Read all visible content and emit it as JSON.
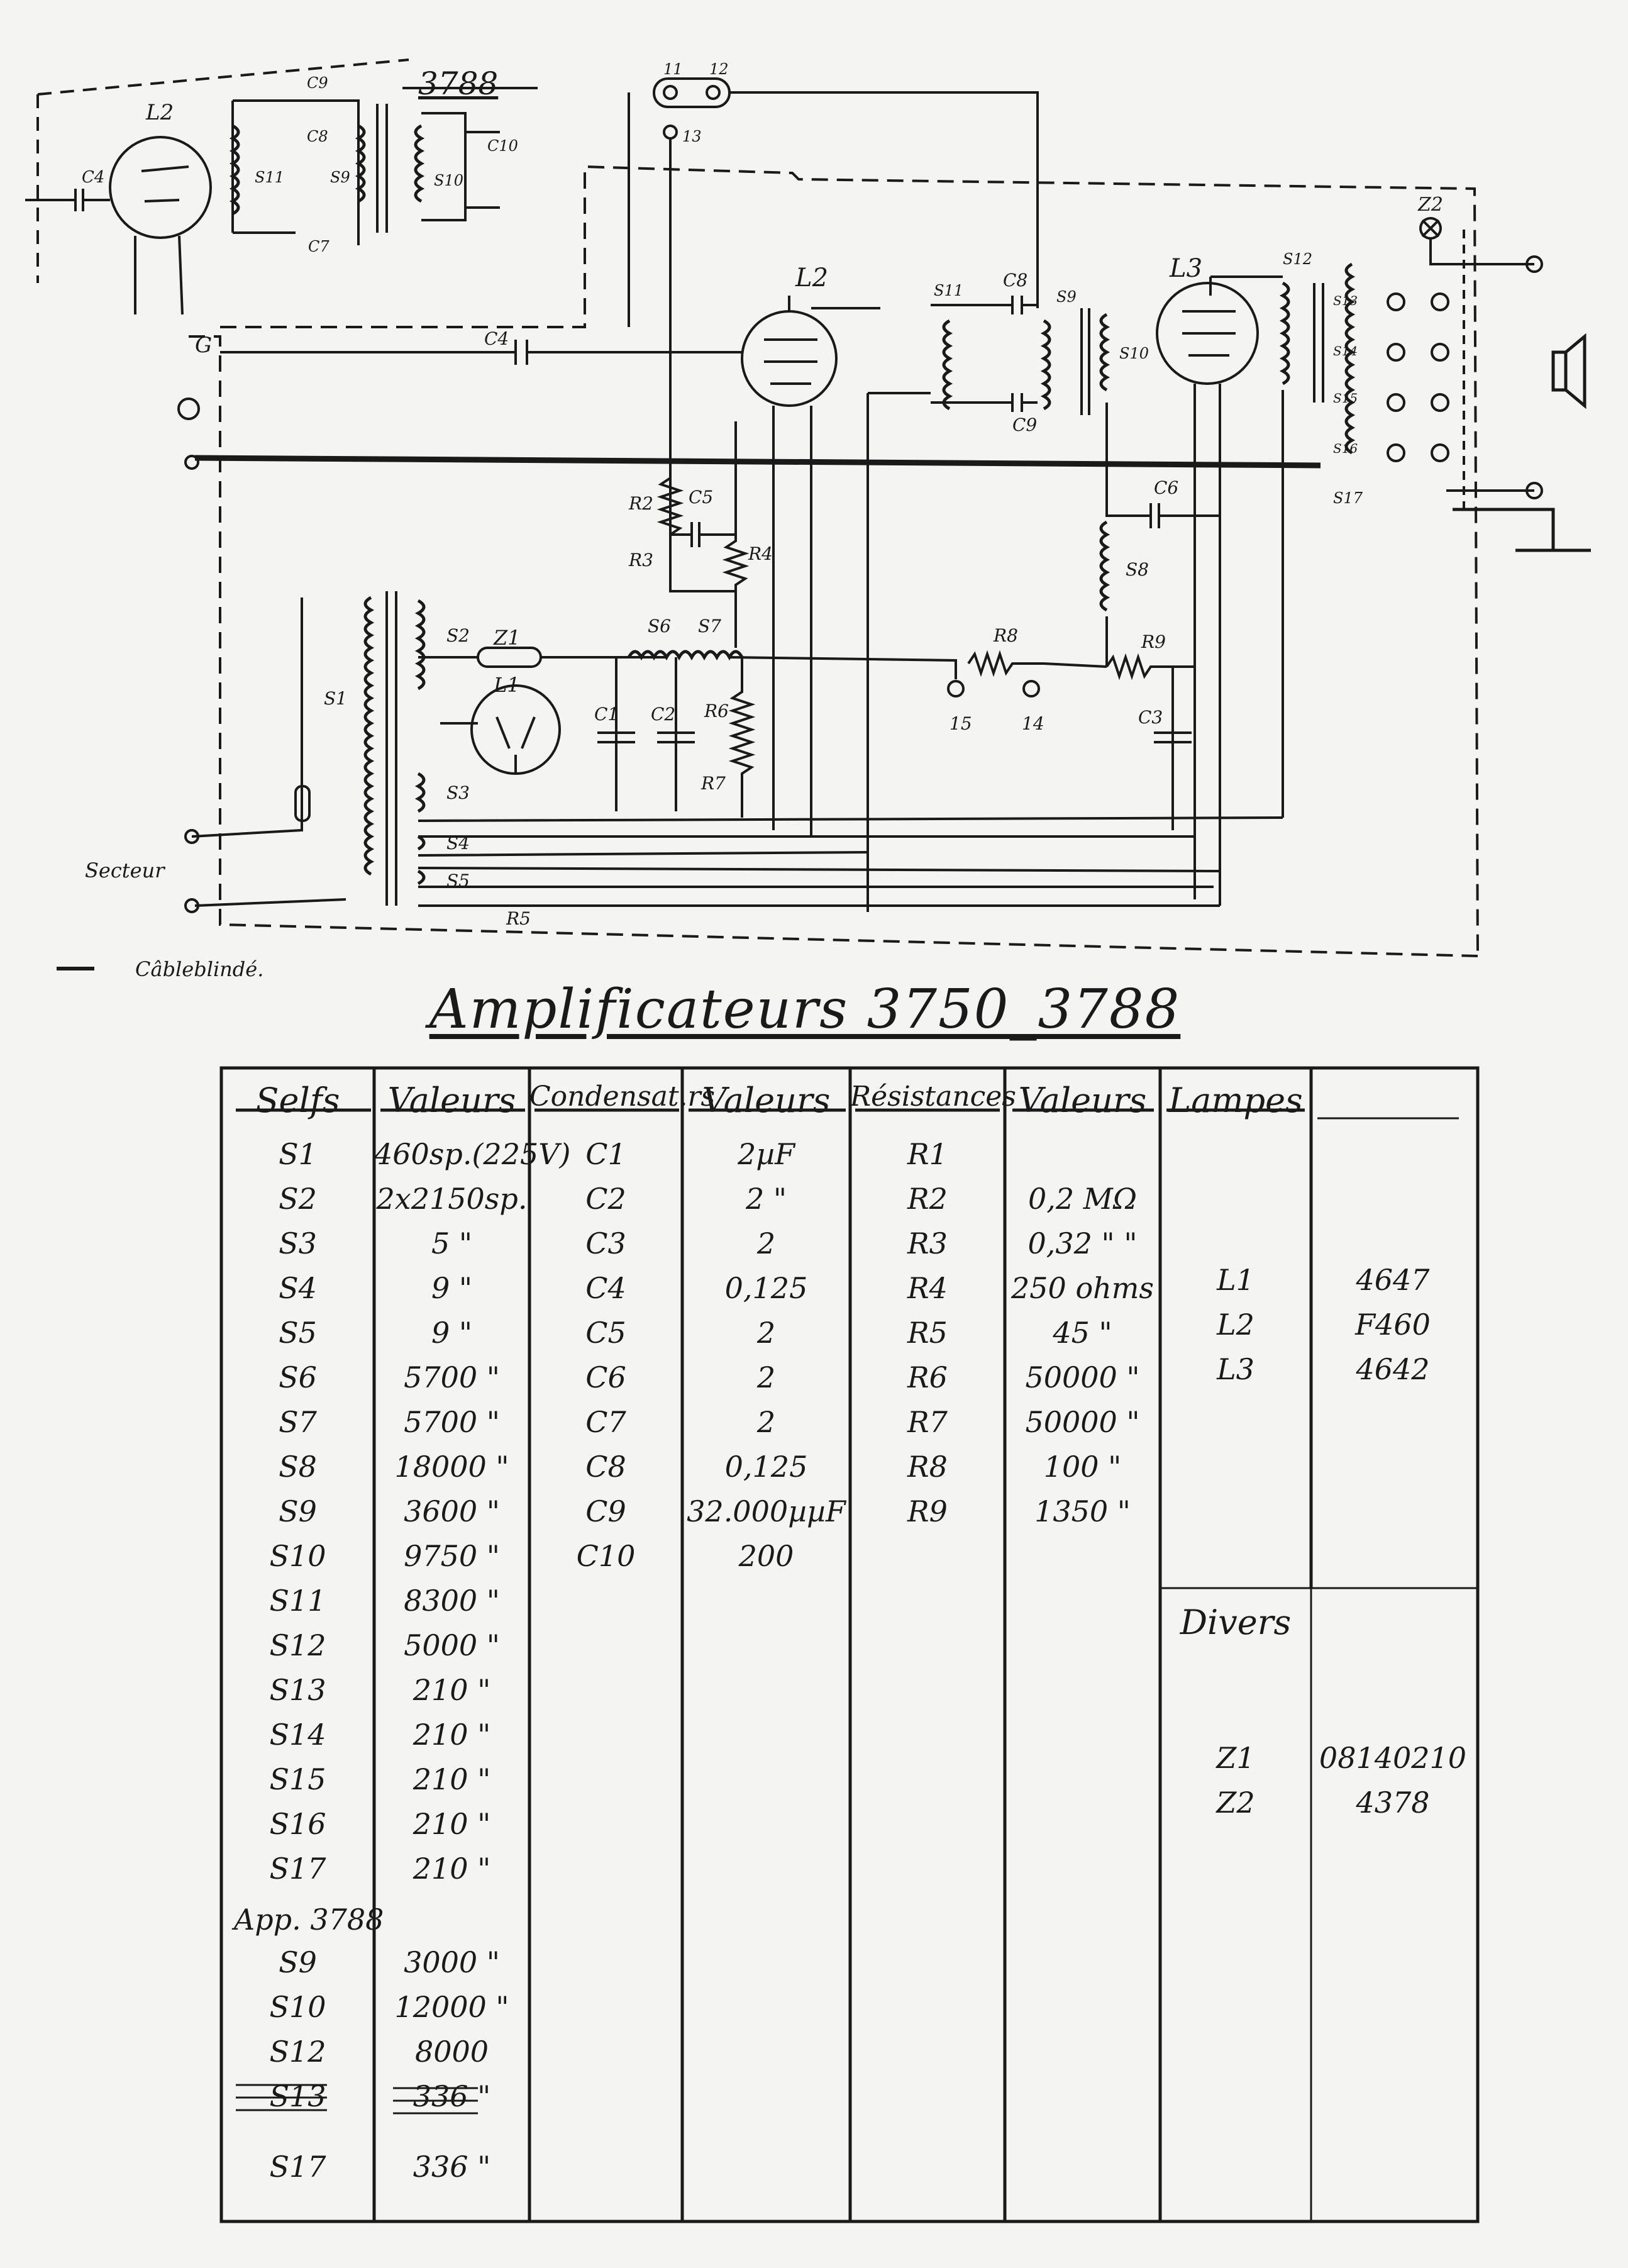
{
  "schematic": {
    "labels": {
      "insert_tube": "L2",
      "insert_c9": "C9",
      "insert_c8": "C8",
      "insert_c4": "C4",
      "insert_s11": "S11",
      "insert_s9": "S9",
      "insert_c7": "C7",
      "insert_model": "3788",
      "insert_s10": "S10",
      "insert_c10": "C10",
      "t11": "11",
      "t12": "12",
      "t13": "13",
      "g": "G",
      "c4": "C4",
      "l2": "L2",
      "s11": "S11",
      "c8": "C8",
      "s9": "S9",
      "c9": "C9",
      "s10": "S10",
      "l3": "L3",
      "s12": "S12",
      "z2": "Z2",
      "s13": "S13",
      "s14": "S14",
      "s15": "S15",
      "s16": "S16",
      "s17": "S17",
      "r2": "R2",
      "c5": "C5",
      "r3": "R3",
      "r4": "R4",
      "c6": "C6",
      "s8": "S8",
      "s2": "S2",
      "z1": "Z1",
      "l1": "L1",
      "s1": "S1",
      "s3": "S3",
      "s4": "S4",
      "s5": "S5",
      "s6": "S6",
      "s7": "S7",
      "c1": "C1",
      "c2": "C2",
      "r6": "R6",
      "r7": "R7",
      "r8": "R8",
      "r9": "R9",
      "t15": "15",
      "t14": "14",
      "c3": "C3",
      "r5": "R5",
      "secteur": "Secteur",
      "legend": "Câbleblindé."
    }
  },
  "title": "Amplificateurs 3750_3788",
  "table": {
    "selfs": {
      "header": "Selfs",
      "rows": [
        "S1",
        "S2",
        "S3",
        "S4",
        "S5",
        "S6",
        "S7",
        "S8",
        "S9",
        "S10",
        "S11",
        "S12",
        "S13",
        "S14",
        "S15",
        "S16",
        "S17"
      ],
      "app_label": "App. 3788",
      "app_rows": [
        "S9",
        "S10",
        "S12",
        "S13"
      ],
      "final_row": "S17"
    },
    "selfs_valeurs": {
      "header": "Valeurs",
      "rows": [
        "460sp.(225V)",
        "2x2150sp.",
        "5 \"",
        "9 \"",
        "9 \"",
        "5700 \"",
        "5700 \"",
        "18000 \"",
        "3600 \"",
        "9750 \"",
        "8300 \"",
        "5000 \"",
        "210 \"",
        "210 \"",
        "210 \"",
        "210 \"",
        "210 \""
      ],
      "app_rows": [
        "3000 \"",
        "12000 \"",
        "8000",
        "336 \""
      ],
      "final_row": "336 \""
    },
    "condensateurs": {
      "header": "Condensat.rs",
      "rows": [
        "C1",
        "C2",
        "C3",
        "C4",
        "C5",
        "C6",
        "C7",
        "C8",
        "C9",
        "C10"
      ]
    },
    "cond_valeurs": {
      "header": "Valeurs",
      "rows": [
        "2µF",
        "2 \"",
        "2",
        "0,125",
        "2",
        "2",
        "2",
        "0,125",
        "32.000µµF",
        "200"
      ]
    },
    "resistances": {
      "header": "Résistances",
      "rows": [
        "R1",
        "R2",
        "R3",
        "R4",
        "R5",
        "R6",
        "R7",
        "R8",
        "R9"
      ]
    },
    "res_valeurs": {
      "header": "Valeurs",
      "rows": [
        "",
        "0,2 MΩ",
        "0,32 \" \"",
        "250 ohms",
        "45 \"",
        "50000 \"",
        "50000 \"",
        "100 \"",
        "1350 \""
      ]
    },
    "lampes": {
      "header": "Lampes",
      "rows": [
        [
          "L1",
          "4647"
        ],
        [
          "L2",
          "F460"
        ],
        [
          "L3",
          "4642"
        ]
      ]
    },
    "divers": {
      "header": "Divers",
      "rows": [
        [
          "Z1",
          "08140210"
        ],
        [
          "Z2",
          "4378"
        ]
      ]
    }
  }
}
